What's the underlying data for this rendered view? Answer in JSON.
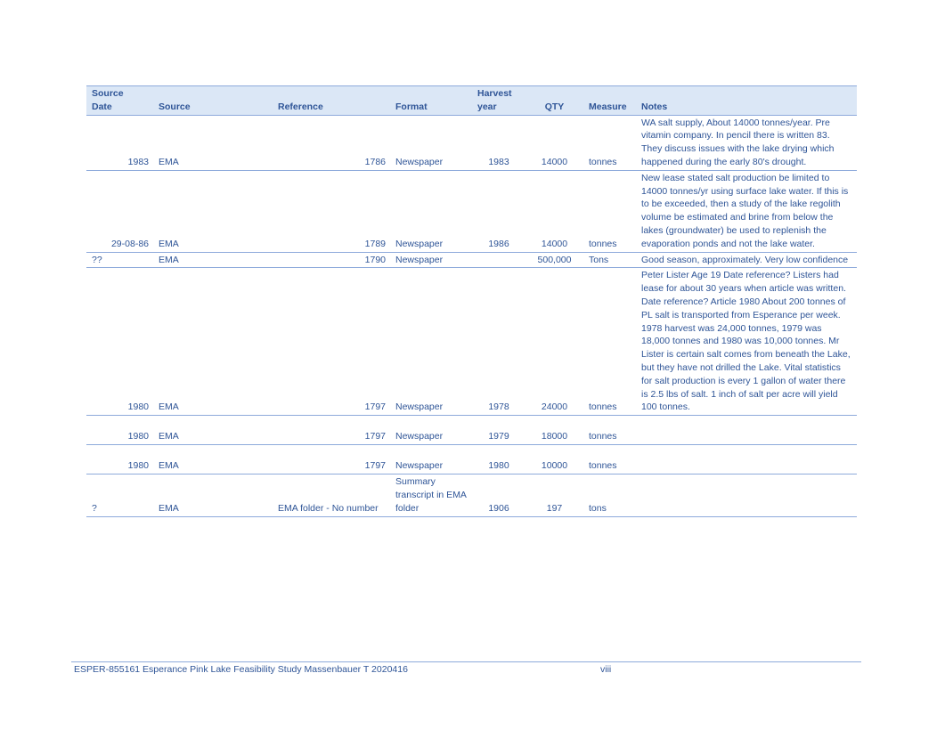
{
  "table": {
    "headers": {
      "source_date_line1": "Source",
      "source_date_line2": "Date",
      "source": "Source",
      "reference": "Reference",
      "format": "Format",
      "harvest_line1": "Harvest",
      "harvest_line2": "year",
      "qty": "QTY",
      "measure": "Measure",
      "notes": "Notes"
    },
    "rows": [
      {
        "source_date": "1983",
        "source": "EMA",
        "reference": "1786",
        "format": "Newspaper",
        "harvest_year": "1983",
        "qty": "14000",
        "measure": "tonnes",
        "notes": "WA salt supply, About 14000 tonnes/year. Pre vitamin company. In pencil there is written 83. They discuss issues with the lake drying which happened during the early 80's drought."
      },
      {
        "source_date": "29-08-86",
        "source": "EMA",
        "reference": "1789",
        "format": "Newspaper",
        "harvest_year": "1986",
        "qty": "14000",
        "measure": "tonnes",
        "notes": "New lease stated salt production be limited to 14000 tonnes/yr using surface lake water. If this is to be exceeded, then a study of the lake regolith volume be estimated and brine from below the lakes (groundwater) be used to replenish the evaporation ponds and not the lake water."
      },
      {
        "source_date": "??",
        "source": "EMA",
        "reference": "1790",
        "format": "Newspaper",
        "harvest_year": "",
        "qty": "500,000",
        "measure": "Tons",
        "notes": "Good season, approximately. Very low confidence"
      },
      {
        "source_date": "1980",
        "source": "EMA",
        "reference": "1797",
        "format": "Newspaper",
        "harvest_year": "1978",
        "qty": "24000",
        "measure": "tonnes",
        "notes": "Peter Lister Age 19 Date reference? Listers had lease for about 30 years when article was written. Date reference? Article 1980 About 200 tonnes of PL salt is transported from Esperance per week. 1978 harvest was 24,000 tonnes, 1979 was 18,000 tonnes and 1980 was 10,000 tonnes. Mr Lister is certain salt comes from beneath the Lake, but they have not drilled the Lake. Vital statistics for salt production is every 1 gallon of water there is 2.5 lbs of salt. 1 inch of salt per acre will yield 100 tonnes."
      },
      {
        "source_date": "1980",
        "source": "EMA",
        "reference": "1797",
        "format": "Newspaper",
        "harvest_year": "1979",
        "qty": "18000",
        "measure": "tonnes",
        "notes": ""
      },
      {
        "source_date": "1980",
        "source": "EMA",
        "reference": "1797",
        "format": "Newspaper",
        "harvest_year": "1980",
        "qty": "10000",
        "measure": "tonnes",
        "notes": ""
      },
      {
        "source_date": "?",
        "source": "EMA",
        "reference": "EMA folder - No number",
        "format": "Summary transcript in EMA folder",
        "harvest_year": "1906",
        "qty": "197",
        "measure": "tons",
        "notes": ""
      }
    ]
  },
  "footer": {
    "document_id": "ESPER-855161 Esperance Pink Lake Feasibility Study Massenbauer T 2020416",
    "page_number": "viii"
  }
}
